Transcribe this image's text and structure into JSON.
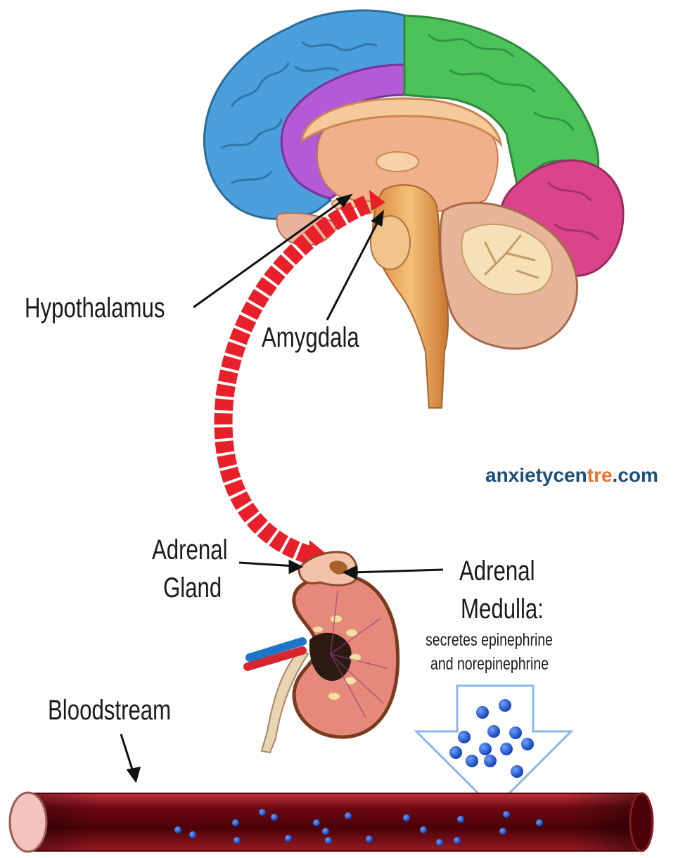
{
  "labels": {
    "hypothalamus": "Hypothalamus",
    "amygdala": "Amygdala",
    "adrenal_gland_line1": "Adrenal",
    "adrenal_gland_line2": "Gland",
    "adrenal_medulla_line1": "Adrenal",
    "adrenal_medulla_line2": "Medulla:",
    "medulla_desc_line1": "secretes epinephrine",
    "medulla_desc_line2": "and norepinephrine",
    "bloodstream": "Bloodstream"
  },
  "logo": {
    "part1": "anxietycen",
    "part2": "tre",
    "part3": ".com",
    "color_primary": "#1d4e7a",
    "color_accent": "#e8732a"
  },
  "colors": {
    "frontal_lobe": "#4a9fdc",
    "limbic": "#b35ad6",
    "parietal_lobe": "#4cc35a",
    "occipital_lobe": "#d9448a",
    "signal_arrow": "#e8202a",
    "blood": "#6b0a12",
    "molecule": "#1a56d6"
  }
}
